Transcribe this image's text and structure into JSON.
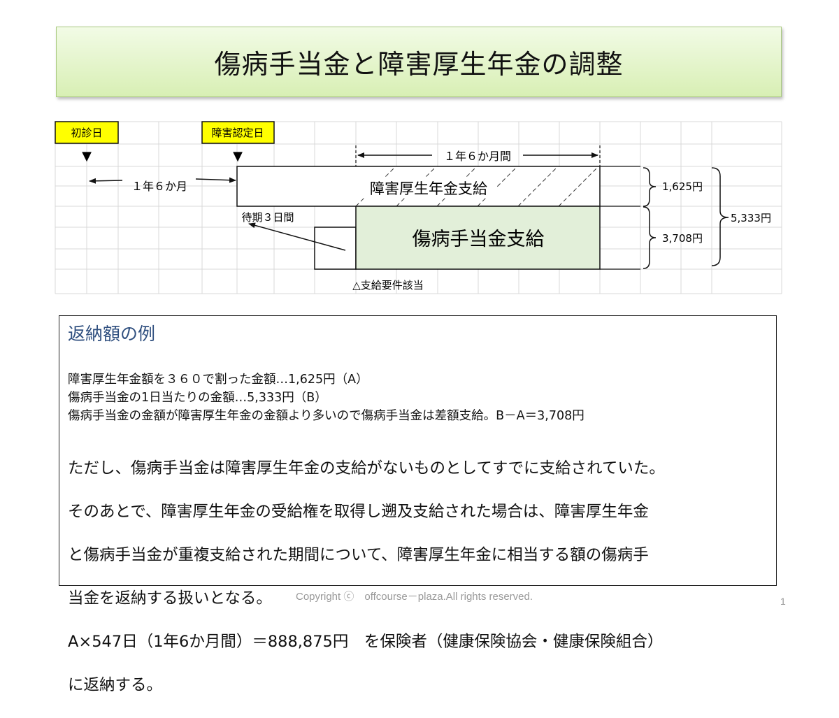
{
  "title": "傷病手当金と障害厚生年金の調整",
  "diagram": {
    "label_first_visit": "初診日",
    "label_disability_date": "障害認定日",
    "marker_symbol": "▼",
    "period_18m_top": "１年６か月間",
    "period_18m_left": "１年６か月",
    "pension_bar_label": "障害厚生年金支給",
    "sickness_bar_label": "傷病手当金支給",
    "waiting_label": "待期３日間",
    "requirement_label": "△支給要件該当",
    "amount_pension": "1,625円",
    "amount_sickness": "3,708円",
    "amount_total": "5,333円",
    "colors": {
      "marker_fill": "#ffff00",
      "sickness_fill": "#e2efd9",
      "grid": "#d9d9d9"
    }
  },
  "example": {
    "title": "返納額の例",
    "small_lines": [
      "障害厚生年金額を３６０で割った金額…1,625円（A）",
      "傷病手当金の1日当たりの金額…5,333円（B）",
      "傷病手当金の金額が障害厚生年金の金額より多いので傷病手当金は差額支給。B－A＝3,708円"
    ],
    "large_lines": [
      "ただし、傷病手当金は障害厚生年金の支給がないものとしてすでに支給されていた。",
      "そのあとで、障害厚生年金の受給権を取得し遡及支給された場合は、障害厚生年金",
      "と傷病手当金が重複支給された期間について、障害厚生年金に相当する額の傷病手",
      "当金を返納する扱いとなる。",
      "A×547日（1年6か月間）＝888,875円　を保険者（健康保険協会・健康保険組合）",
      "に返納する。"
    ]
  },
  "copyright": "Copyright ⓒ　offcourse－plaza.All rights reserved.",
  "page_number": "1"
}
